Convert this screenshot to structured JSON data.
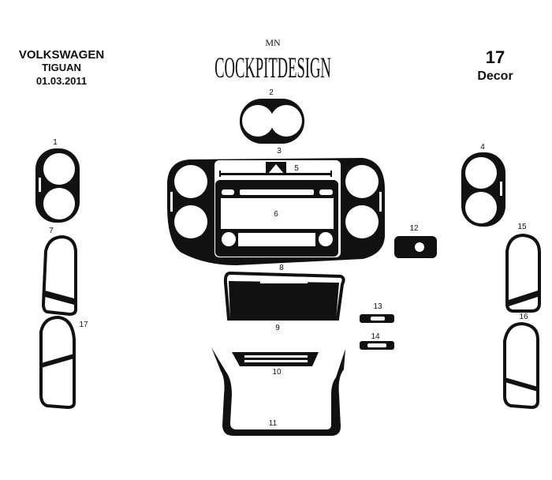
{
  "header": {
    "make": "VOLKSWAGEN",
    "model": "TIGUAN",
    "date": "01.03.2011",
    "logo_text": "COCKPITDESIGN",
    "logo_mark": "MN",
    "part_count": "17",
    "kit_type": "Decor"
  },
  "parts": {
    "p1": "1",
    "p2": "2",
    "p3": "3",
    "p4": "4",
    "p5": "5",
    "p6": "6",
    "p7": "7",
    "p8": "8",
    "p9": "9",
    "p10": "10",
    "p11": "11",
    "p12": "12",
    "p13": "13",
    "p14": "14",
    "p15": "15",
    "p16": "16",
    "p17": "17"
  },
  "colors": {
    "ink": "#111111",
    "background": "#ffffff"
  }
}
